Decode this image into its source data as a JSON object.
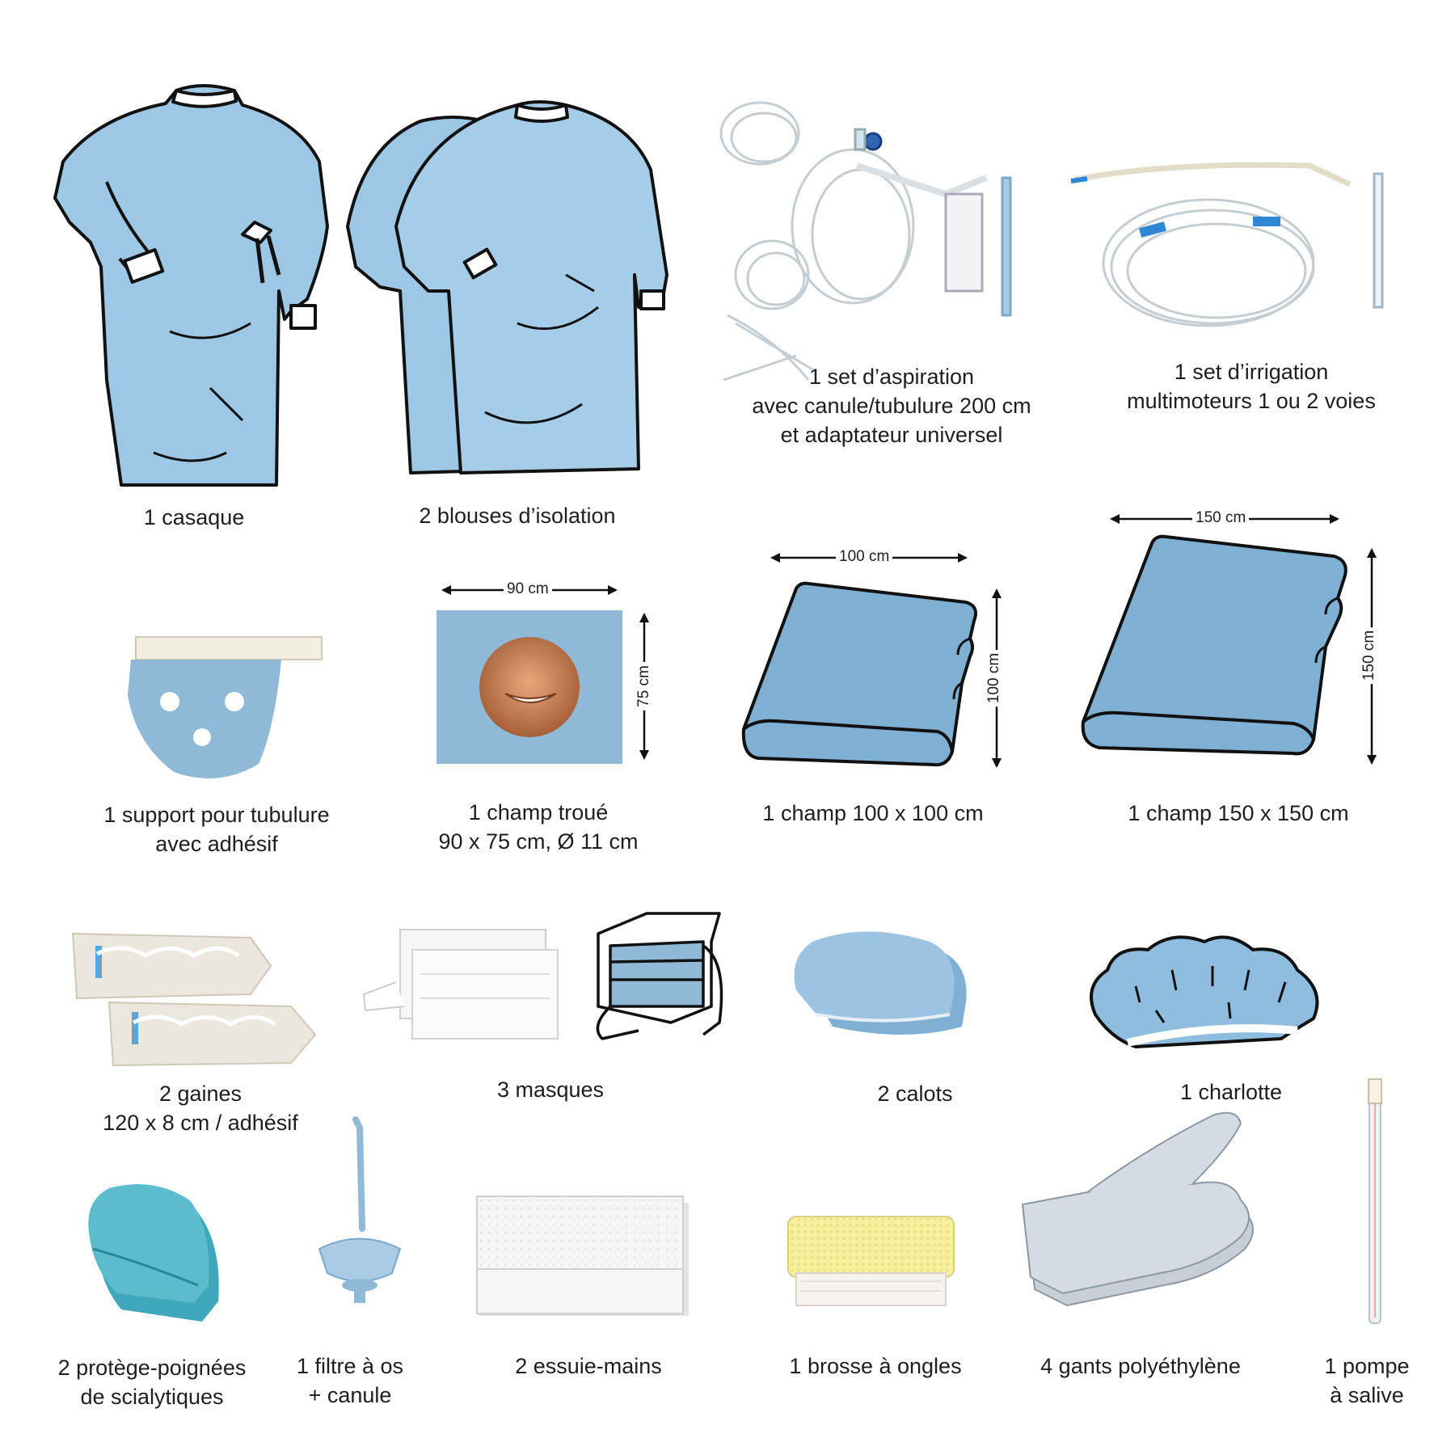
{
  "colors": {
    "fabric_blue": "#9cc8e6",
    "drape_blue": "#7fb0d4",
    "outline": "#111111",
    "tube_clear": "#c9d3d8",
    "connector_blue": "#2f86d6",
    "sponge_yellow": "#f6ef9e",
    "paper_white": "#f4f4f4"
  },
  "items": {
    "casaque": {
      "lines": [
        "1 casaque"
      ],
      "icon": "surgical-gown-icon"
    },
    "blouses": {
      "lines": [
        "2 blouses d’isolation"
      ],
      "icon": "isolation-gowns-icon"
    },
    "aspiration": {
      "lines": [
        "1 set d’aspiration",
        "avec canule/tubulure 200 cm",
        "et adaptateur universel"
      ],
      "icon": "suction-set-icon"
    },
    "irrigation": {
      "lines": [
        "1 set d’irrigation",
        "multimoteurs 1 ou 2 voies"
      ],
      "icon": "irrigation-set-icon"
    },
    "support": {
      "lines": [
        "1 support pour tubulure",
        "avec adhésif"
      ],
      "icon": "tubing-holder-icon"
    },
    "champ_troue": {
      "lines": [
        "1 champ troué",
        "90 x 75 cm, Ø 11 cm"
      ],
      "icon": "fenestrated-drape-icon",
      "dim_w": "90 cm",
      "dim_h": "75 cm"
    },
    "champ100": {
      "lines": [
        "1 champ 100 x 100 cm"
      ],
      "icon": "folded-drape-icon",
      "dim_w": "100 cm",
      "dim_h": "100 cm"
    },
    "champ150": {
      "lines": [
        "1 champ 150 x 150 cm"
      ],
      "icon": "folded-drape-icon",
      "dim_w": "150 cm",
      "dim_h": "150 cm"
    },
    "gaines": {
      "lines": [
        "2 gaines",
        "120 x 8 cm / adhésif"
      ],
      "icon": "sleeves-icon"
    },
    "masques": {
      "lines": [
        "3 masques"
      ],
      "icon": "face-masks-icon"
    },
    "calots": {
      "lines": [
        "2 calots"
      ],
      "icon": "surgical-caps-icon"
    },
    "charlotte": {
      "lines": [
        "1 charlotte"
      ],
      "icon": "bouffant-cap-icon"
    },
    "protege": {
      "lines": [
        "2 protège-poignées",
        "de scialytiques"
      ],
      "icon": "light-handle-covers-icon"
    },
    "filtre": {
      "lines": [
        "1 filtre à os",
        "+ canule"
      ],
      "icon": "bone-filter-icon"
    },
    "essuie": {
      "lines": [
        "2 essuie-mains"
      ],
      "icon": "hand-towels-icon"
    },
    "brosse": {
      "lines": [
        "1 brosse à ongles"
      ],
      "icon": "nail-brush-icon"
    },
    "gants": {
      "lines": [
        "4 gants polyéthylène"
      ],
      "icon": "gloves-icon"
    },
    "pompe": {
      "lines": [
        "1 pompe",
        "à salive"
      ],
      "icon": "saliva-ejector-icon"
    }
  }
}
